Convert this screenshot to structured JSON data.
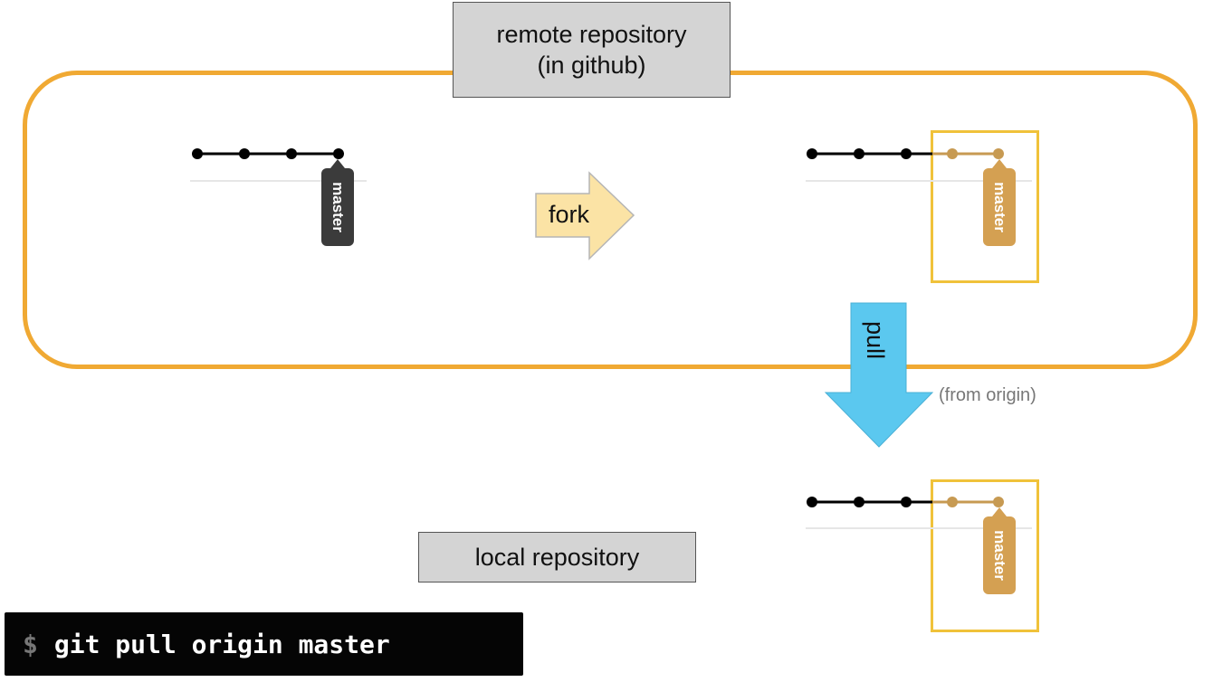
{
  "remote": {
    "label_line1": "remote repository",
    "label_line2": "(in github)"
  },
  "local": {
    "label": "local repository"
  },
  "branches": {
    "original": {
      "label": "master",
      "commits": 4
    },
    "fork": {
      "label": "master",
      "commits": 5,
      "new_commits": 2
    },
    "local": {
      "label": "master",
      "commits": 5,
      "new_commits": 2
    }
  },
  "arrows": {
    "fork": "fork",
    "pull": "pull",
    "pull_note": "(from origin)"
  },
  "terminal": {
    "prompt": "$",
    "command": "git pull origin master"
  },
  "colors": {
    "frame": "#f0a933",
    "highlight": "#f0c23a",
    "fork_arrow": "#fbe3a5",
    "pull_arrow": "#5bc8ef",
    "new_commit": "#c79a52",
    "tag_dark": "#3b3b3b",
    "tag_gold": "#d4a052"
  }
}
